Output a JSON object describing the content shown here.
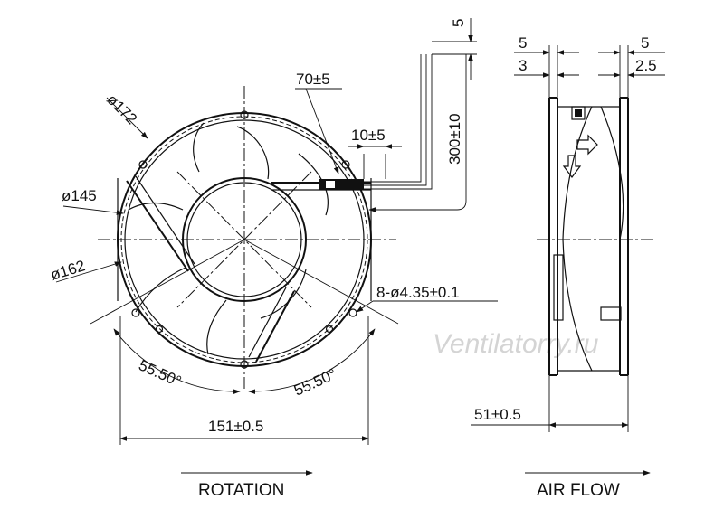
{
  "front_view": {
    "dims": {
      "d172": "ø172",
      "d145": "ø145",
      "d162": "ø162",
      "lead_offset": "70±5",
      "lead_strip": "10±5",
      "lead_length": "300±10",
      "lead_top": "5",
      "holes": "8-ø4.35±0.1",
      "angle_left": "55.50°",
      "angle_right": "55.50°",
      "width": "151±0.5"
    },
    "caption": "ROTATION"
  },
  "side_view": {
    "dims": {
      "top_left_outer": "5",
      "top_left_inner": "3",
      "top_right_outer": "5",
      "top_right_inner": "2.5",
      "depth": "51±0.5"
    },
    "caption": "AIR FLOW"
  },
  "watermark": "Ventilatorry.ru",
  "colors": {
    "line": "#111111",
    "watermark": "#d4d4d4",
    "background": "#ffffff"
  }
}
